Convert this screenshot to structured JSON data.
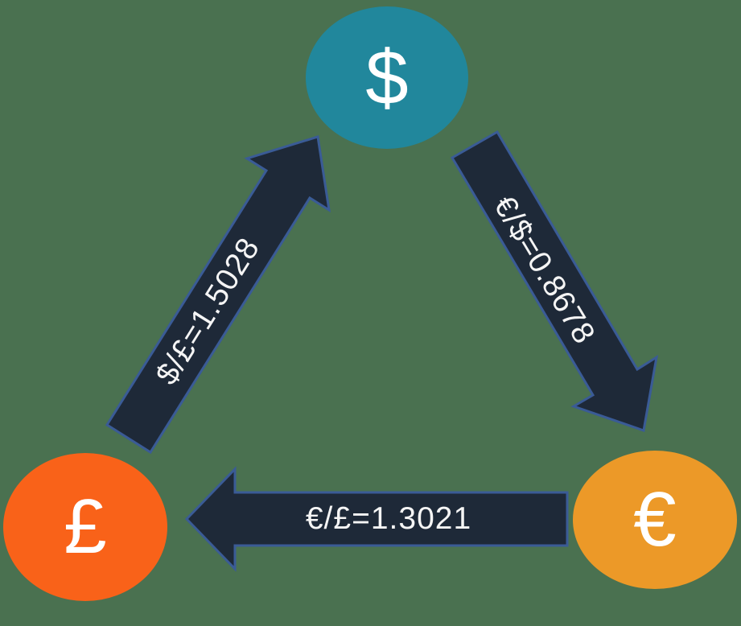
{
  "diagram": {
    "kind": "currency-exchange-triangle",
    "background_color": "#4A7150",
    "arrow_fill": "#1E2938",
    "arrow_stroke": "#3A5B96",
    "label_text_color": "#F5F5F5",
    "nodes": [
      {
        "id": "dollar",
        "symbol": "$",
        "color": "#21879C"
      },
      {
        "id": "pound",
        "symbol": "£",
        "color": "#F96219"
      },
      {
        "id": "euro",
        "symbol": "€",
        "color": "#EC9928"
      }
    ],
    "edges": [
      {
        "from": "pound",
        "to": "dollar",
        "pair": "$/£",
        "rate": 1.5028,
        "label": "$/£=1.5028"
      },
      {
        "from": "dollar",
        "to": "euro",
        "pair": "€/$",
        "rate": 0.8678,
        "label": "€/$=0.8678"
      },
      {
        "from": "euro",
        "to": "pound",
        "pair": "€/£",
        "rate": 1.3021,
        "label": "€/£=1.3021"
      }
    ]
  }
}
